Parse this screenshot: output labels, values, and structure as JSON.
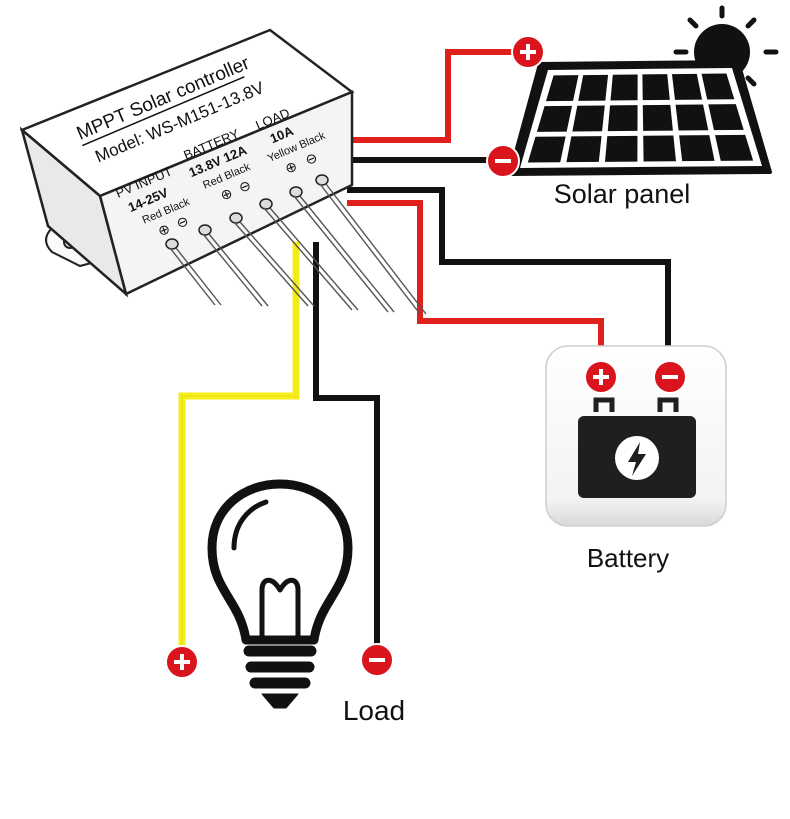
{
  "controller": {
    "title": "MPPT Solar controller",
    "model": "Model: WS-M151-13.8V",
    "pv": {
      "header": "PV INPUT",
      "rating": "14-25V",
      "wires": "Red Black"
    },
    "battery": {
      "header": "BATTERY",
      "rating": "13.8V 12A",
      "wires": "Red Black"
    },
    "load": {
      "header": "LOAD",
      "rating": "10A",
      "wires": "Yellow Black"
    },
    "plus_symbol": "⊕",
    "minus_symbol": "⊖"
  },
  "labels": {
    "solar_panel": "Solar panel",
    "battery": "Battery",
    "load": "Load"
  },
  "colors": {
    "positive_wire": "#e0201c",
    "negative_wire": "#111111",
    "load_positive_wire": "#f5ee1a",
    "terminal_badge": "#d9141c",
    "panel_frame": "#111111",
    "battery_body": "#1f1f1f"
  }
}
